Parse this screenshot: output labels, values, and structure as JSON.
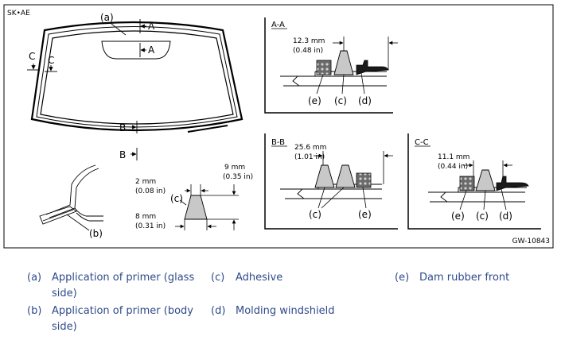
{
  "figure": {
    "corner_label": "SK•AE",
    "figure_id": "GW-10843",
    "main_view": {
      "callout_a": "(a)",
      "callout_b": "(b)",
      "callout_c": "(c)",
      "section_A": "A",
      "section_B": "B",
      "section_C": "C",
      "dim_2mm": "2 mm",
      "dim_2mm_in": "(0.08 in)",
      "dim_8mm": "8 mm",
      "dim_8mm_in": "(0.31 in)",
      "dim_9mm": "9 mm",
      "dim_9mm_in": "(0.35 in)"
    },
    "section_aa": {
      "title": "A-A",
      "dim": "12.3 mm",
      "dim_in": "(0.48 in)",
      "labels": [
        "(e)",
        "(c)",
        "(d)"
      ]
    },
    "section_bb": {
      "title": "B-B",
      "dim": "25.6 mm",
      "dim_in": "(1.01 in)",
      "labels": [
        "(c)",
        "(e)"
      ]
    },
    "section_cc": {
      "title": "C-C",
      "dim": "11.1 mm",
      "dim_in": "(0.44 in)",
      "labels": [
        "(e)",
        "(c)",
        "(d)"
      ]
    }
  },
  "legend": [
    {
      "key": "(a)",
      "text": "Application of primer (glass side)"
    },
    {
      "key": "(b)",
      "text": "Application of primer (body side)"
    },
    {
      "key": "(c)",
      "text": "Adhesive"
    },
    {
      "key": "(d)",
      "text": "Molding windshield"
    },
    {
      "key": "(e)",
      "text": "Dam rubber front"
    }
  ],
  "colors": {
    "legend_text": "#2f4a8a",
    "adhesive_fill": "#c8c8c8",
    "dam_fill": "#7a7a7a"
  }
}
